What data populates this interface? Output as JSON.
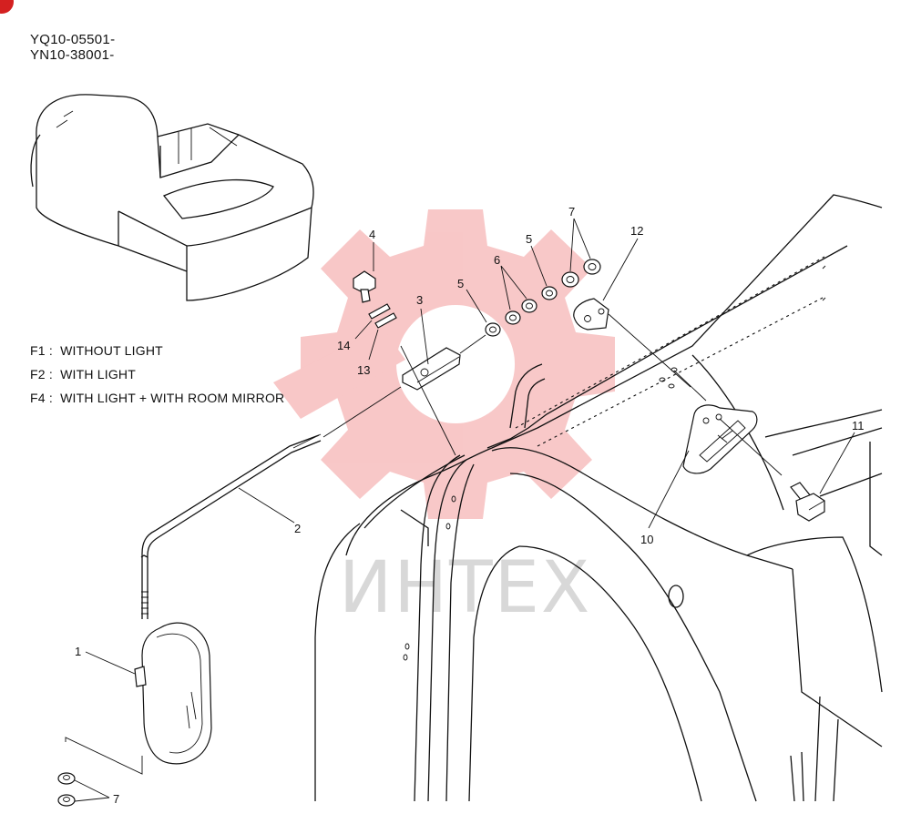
{
  "serials": [
    "YQ10-05501-",
    "YN10-38001-"
  ],
  "legend": [
    {
      "code": "F1",
      "text": "WITHOUT LIGHT"
    },
    {
      "code": "F2",
      "text": "WITH LIGHT"
    },
    {
      "code": "F4",
      "text": "WITH LIGHT + WITH ROOM MIRROR"
    }
  ],
  "callouts": {
    "p1": "1",
    "p2": "2",
    "p3": "3",
    "p4": "4",
    "p5a": "5",
    "p5b": "5",
    "p6": "6",
    "p7a": "7",
    "p7b": "7",
    "p10": "10",
    "p11": "11",
    "p12": "12",
    "p13": "13",
    "p14": "14"
  },
  "watermark": "ИНТЕХ",
  "colors": {
    "watermark": "#f3a0a0",
    "corner_mark": "#d42020"
  }
}
